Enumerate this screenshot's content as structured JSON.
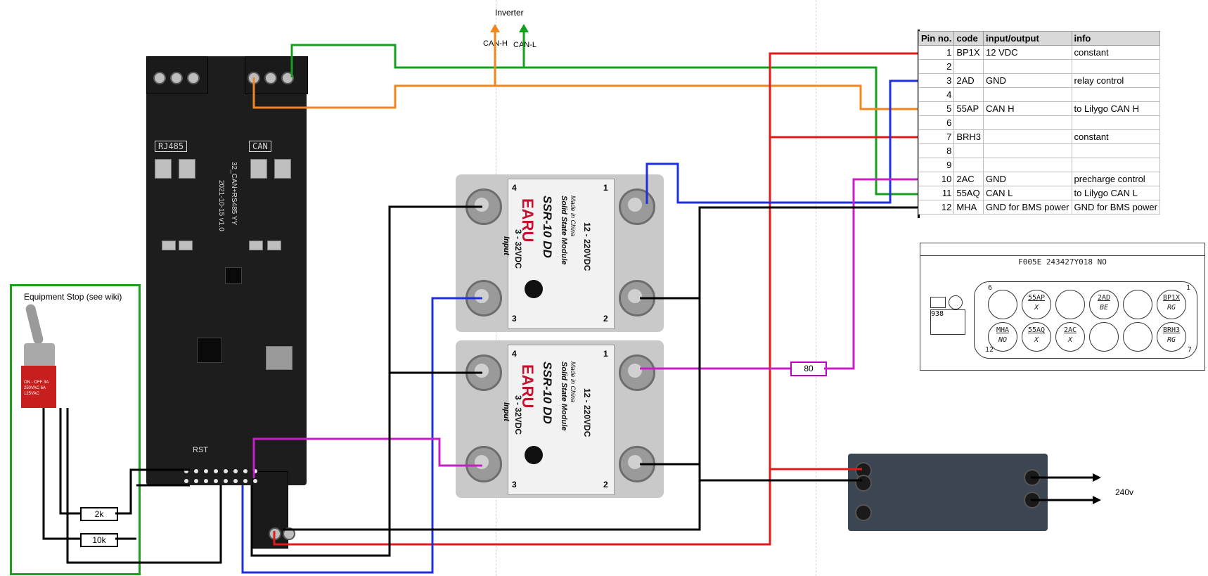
{
  "inverter": {
    "label": "Inverter",
    "can_h": "CAN-H",
    "can_l": "CAN-L"
  },
  "board": {
    "rj485_label": "RJ485",
    "can_label": "CAN",
    "board_text": "32_CAN+RS485 YY",
    "board_date": "2021-10-15 v1.0",
    "rst": "RST"
  },
  "equipment_stop": {
    "label": "Equipment Stop (see wiki)",
    "switch_text": "ON - OFF 3A 250VAC 6A 125VAC"
  },
  "resistors": {
    "r1": "2k",
    "r2": "10k",
    "r3": "80"
  },
  "ssr": {
    "brand": "EARU",
    "model": "SSR-10 DD",
    "subtitle": "Solid State Module",
    "made": "Made in China",
    "input_label": "Input",
    "input_voltage": "3 - 32VDC",
    "output_voltage": "12 - 220VDC",
    "term_1": "1",
    "term_2": "2",
    "term_3": "3",
    "term_4": "4"
  },
  "psu": {
    "label": "240v"
  },
  "pin_table": {
    "headers": [
      "Pin no.",
      "code",
      "input/output",
      "info"
    ],
    "rows": [
      [
        "1",
        "BP1X",
        "12 VDC",
        "constant"
      ],
      [
        "2",
        "",
        "",
        ""
      ],
      [
        "3",
        "2AD",
        "GND",
        "relay control"
      ],
      [
        "4",
        "",
        "",
        ""
      ],
      [
        "5",
        "55AP",
        "CAN H",
        "to Lilygo CAN H"
      ],
      [
        "6",
        "",
        "",
        ""
      ],
      [
        "7",
        "BRH3",
        "",
        "constant"
      ],
      [
        "8",
        "",
        "",
        ""
      ],
      [
        "9",
        "",
        "",
        ""
      ],
      [
        "10",
        "2AC",
        "GND",
        "precharge control"
      ],
      [
        "11",
        "55AQ",
        "CAN L",
        "to Lilygo CAN L"
      ],
      [
        "12",
        "MHA",
        "GND for BMS power",
        "GND for BMS power"
      ]
    ]
  },
  "connector": {
    "code": "F005E 243427Y018 NO",
    "part": "938",
    "pin_label_6": "6",
    "pin_label_1": "1",
    "pin_label_12": "12",
    "pin_label_7": "7",
    "top_row": [
      {
        "code": "",
        "wire": ""
      },
      {
        "code": "55AP",
        "wire": "X"
      },
      {
        "code": "",
        "wire": ""
      },
      {
        "code": "2AD",
        "wire": "BE"
      },
      {
        "code": "",
        "wire": ""
      },
      {
        "code": "BP1X",
        "wire": "RG"
      }
    ],
    "bottom_row": [
      {
        "code": "MHA",
        "wire": "NO"
      },
      {
        "code": "55AQ",
        "wire": "X"
      },
      {
        "code": "2AC",
        "wire": "X"
      },
      {
        "code": "",
        "wire": ""
      },
      {
        "code": "",
        "wire": ""
      },
      {
        "code": "BRH3",
        "wire": "RG"
      }
    ]
  },
  "wire_colors": {
    "red": "#e01b1b",
    "black": "#000000",
    "green": "#14a01e",
    "orange": "#f0871e",
    "blue": "#1f2fe0",
    "magenta": "#c81ec8"
  }
}
